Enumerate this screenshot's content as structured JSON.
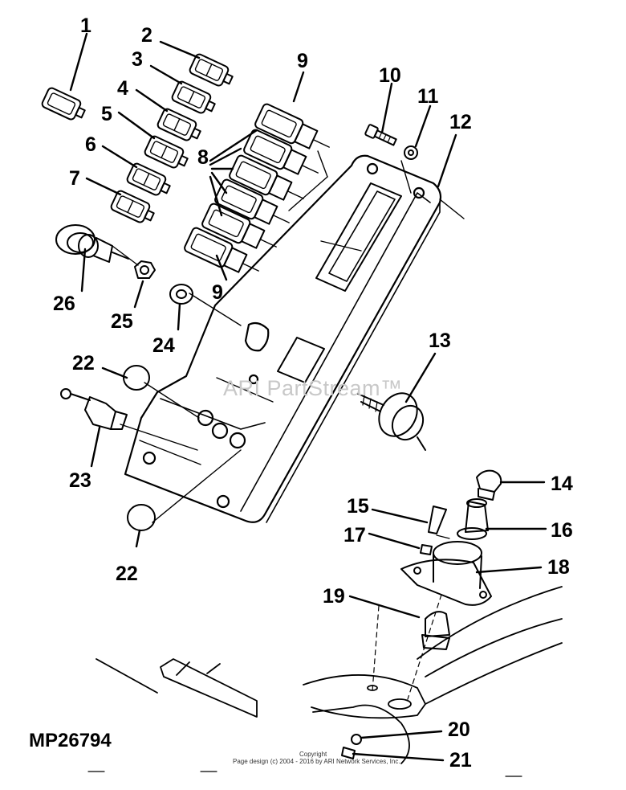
{
  "diagram": {
    "code": "MP26794",
    "watermark": "ARI PartStream™",
    "copyright_line1": "Copyright",
    "copyright_line2": "Page design (c) 2004 - 2016 by ARI Network Services, Inc."
  },
  "callouts": [
    "1",
    "2",
    "3",
    "4",
    "5",
    "6",
    "7",
    "8",
    "9",
    "9",
    "10",
    "11",
    "12",
    "13",
    "14",
    "15",
    "16",
    "17",
    "18",
    "19",
    "20",
    "21",
    "22",
    "22",
    "23",
    "24",
    "25",
    "26"
  ]
}
